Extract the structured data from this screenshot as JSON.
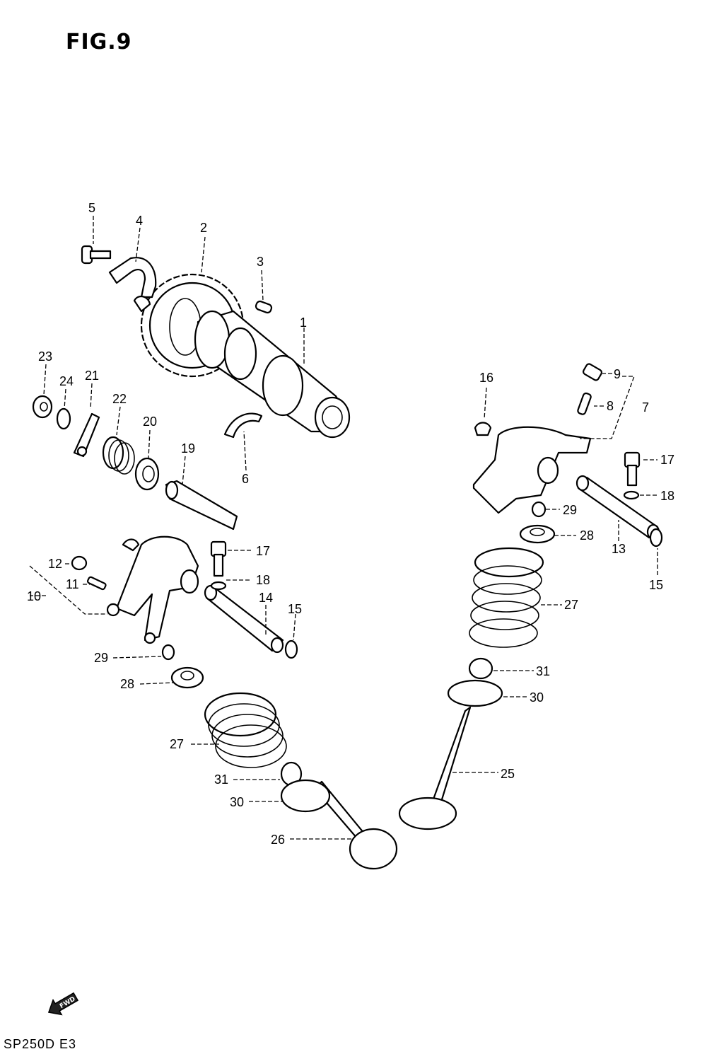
{
  "figure": {
    "title": "FIG.9",
    "footer_code": "SP250D E3",
    "fwd_label": "FWD"
  },
  "callouts": {
    "c1": "1",
    "c2": "2",
    "c3": "3",
    "c4": "4",
    "c5": "5",
    "c6": "6",
    "c7": "7",
    "c8": "8",
    "c9": "9",
    "c10": "10",
    "c11": "11",
    "c12": "12",
    "c13": "13",
    "c14": "14",
    "c15a": "15",
    "c15b": "15",
    "c16": "16",
    "c17a": "17",
    "c17b": "17",
    "c18a": "18",
    "c18b": "18",
    "c19": "19",
    "c20": "20",
    "c21": "21",
    "c22": "22",
    "c23": "23",
    "c24": "24",
    "c25": "25",
    "c26": "26",
    "c27a": "27",
    "c27b": "27",
    "c28a": "28",
    "c28b": "28",
    "c29a": "29",
    "c29b": "29",
    "c30a": "30",
    "c30b": "30",
    "c31a": "31",
    "c31b": "31"
  }
}
